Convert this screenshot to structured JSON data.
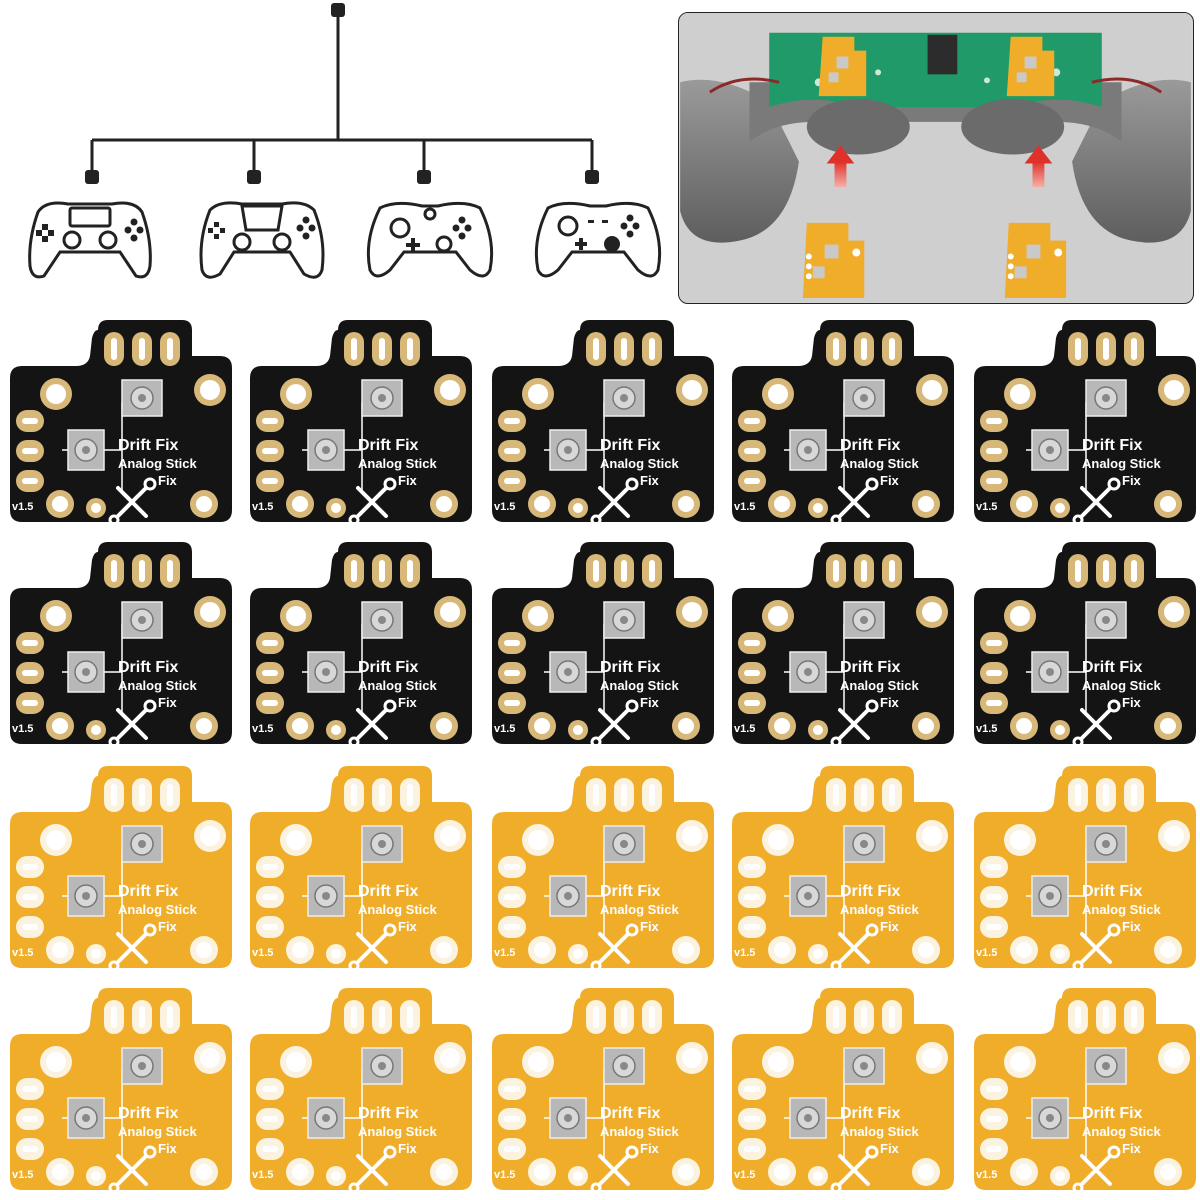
{
  "board": {
    "title": "Drift Fix",
    "line2": "Analog Stick",
    "line3": "Fix",
    "version": "v1.5"
  },
  "compatible_controllers": [
    "ps4-controller-icon",
    "ps5-controller-icon",
    "xbox-controller-icon",
    "switch-pro-controller-icon"
  ],
  "colors": {
    "black_board": "#141414",
    "yellow_board": "#f0ad2a",
    "pad_gold": "#d8b878",
    "arrow_red": "#e0302a"
  },
  "grid": {
    "columns": 5,
    "rows": [
      "black",
      "black",
      "yellow",
      "yellow"
    ]
  }
}
